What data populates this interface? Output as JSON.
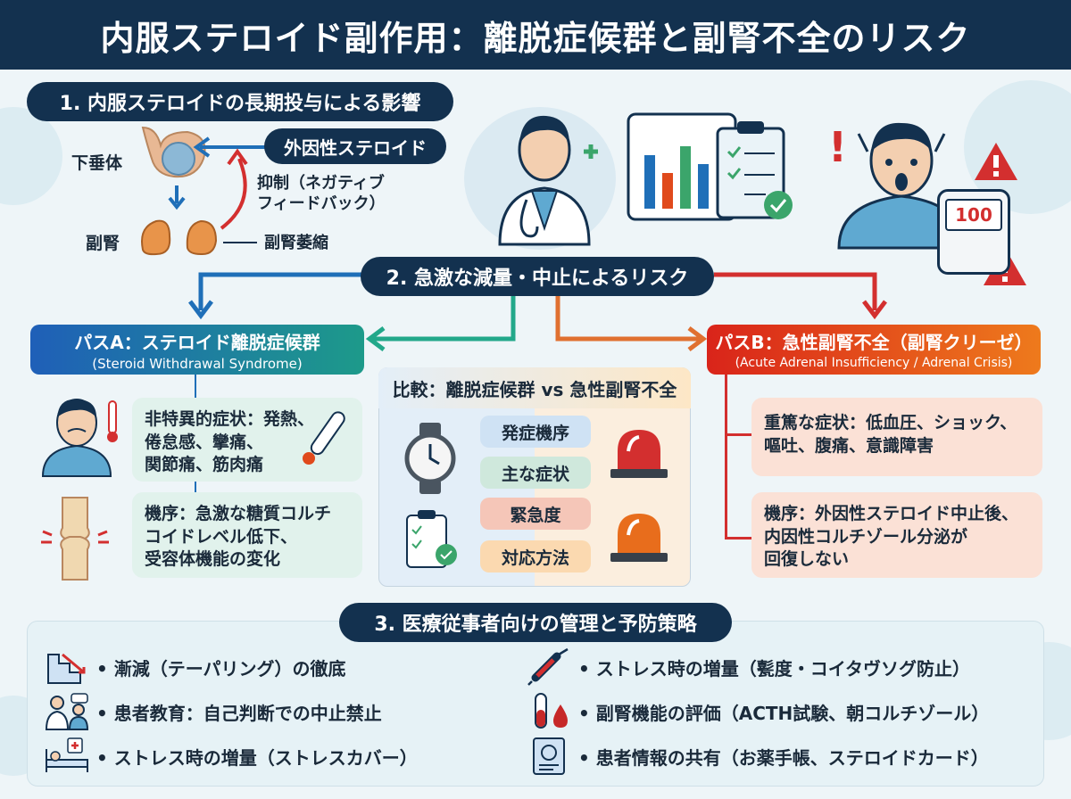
{
  "title": "内服ステロイド副作用：離脱症候群と副腎不全のリスク",
  "section1": {
    "heading": "1. 内服ステロイドの長期投与による影響",
    "pituitary": "下垂体",
    "adrenal": "副腎",
    "exogenous": "外因性ステロイド",
    "suppression_line1": "抑制（ネガティブ",
    "suppression_line2": "フィードバック）",
    "atrophy": "副腎萎縮"
  },
  "bp_reading": "100",
  "section2": {
    "heading": "2. 急激な減量・中止によるリスク",
    "pathA": {
      "title": "パスA：ステロイド離脱症候群",
      "subtitle": "(Steroid Withdrawal Syndrome)",
      "symptoms_l1": "非特異的症状：発熱、",
      "symptoms_l2": "倦怠感、攣痛、",
      "symptoms_l3": "関節痛、筋肉痛",
      "mech_l1": "機序：急激な糖質コルチ",
      "mech_l2": "コイドレベル低下、",
      "mech_l3": "受容体機能の変化"
    },
    "pathB": {
      "title": "パスB：急性副腎不全（副腎クリーゼ）",
      "subtitle": "(Acute Adrenal Insufficiency / Adrenal Crisis)",
      "symptoms_l1": "重篤な症状：低血圧、ショック、",
      "symptoms_l2": "嘔吐、腹痛、意識障害",
      "mech_l1": "機序：外因性ステロイド中止後、",
      "mech_l2": "内因性コルチゾール分泌が",
      "mech_l3": "回復しない"
    },
    "comparison": {
      "title": "比較：離脱症候群 vs 急性副腎不全",
      "items": [
        "発症機序",
        "主な症状",
        "緊急度",
        "対応方法"
      ]
    }
  },
  "section3": {
    "heading": "3. 医療従事者向けの管理と予防策略",
    "left": [
      "• 漸減（テーパリング）の徹底",
      "• 患者教育：自己判断での中止禁止",
      "• ストレス時の増量（ストレスカバー）"
    ],
    "right": [
      "• ストレス時の増量（甏度・コイタヴソグ防止）",
      "• 副腎機能の評価（ACTH試験、朝コルチゾール）",
      "• 患者情報の共有（お薬手帳、ステロイドカード）"
    ]
  },
  "colors": {
    "navy": "#13314f",
    "pathA": "#1f6fb8",
    "pathA_card": "#e1f2ec",
    "pathB": "#e04a1c",
    "pathB_card": "#fbe1d6",
    "alert_red": "#d32f2f"
  },
  "icons": [
    "doctor-icon",
    "chart-clipboard-icon",
    "distressed-patient-icon",
    "warning-icon",
    "blood-pressure-monitor-icon",
    "sick-person-icon",
    "thermometer-icon",
    "knee-joint-icon",
    "watch-icon",
    "checklist-icon",
    "siren-icon",
    "taper-steps-icon",
    "patient-education-icon",
    "hospital-bed-icon",
    "syringe-icon",
    "blood-tube-icon",
    "steroid-card-icon"
  ]
}
